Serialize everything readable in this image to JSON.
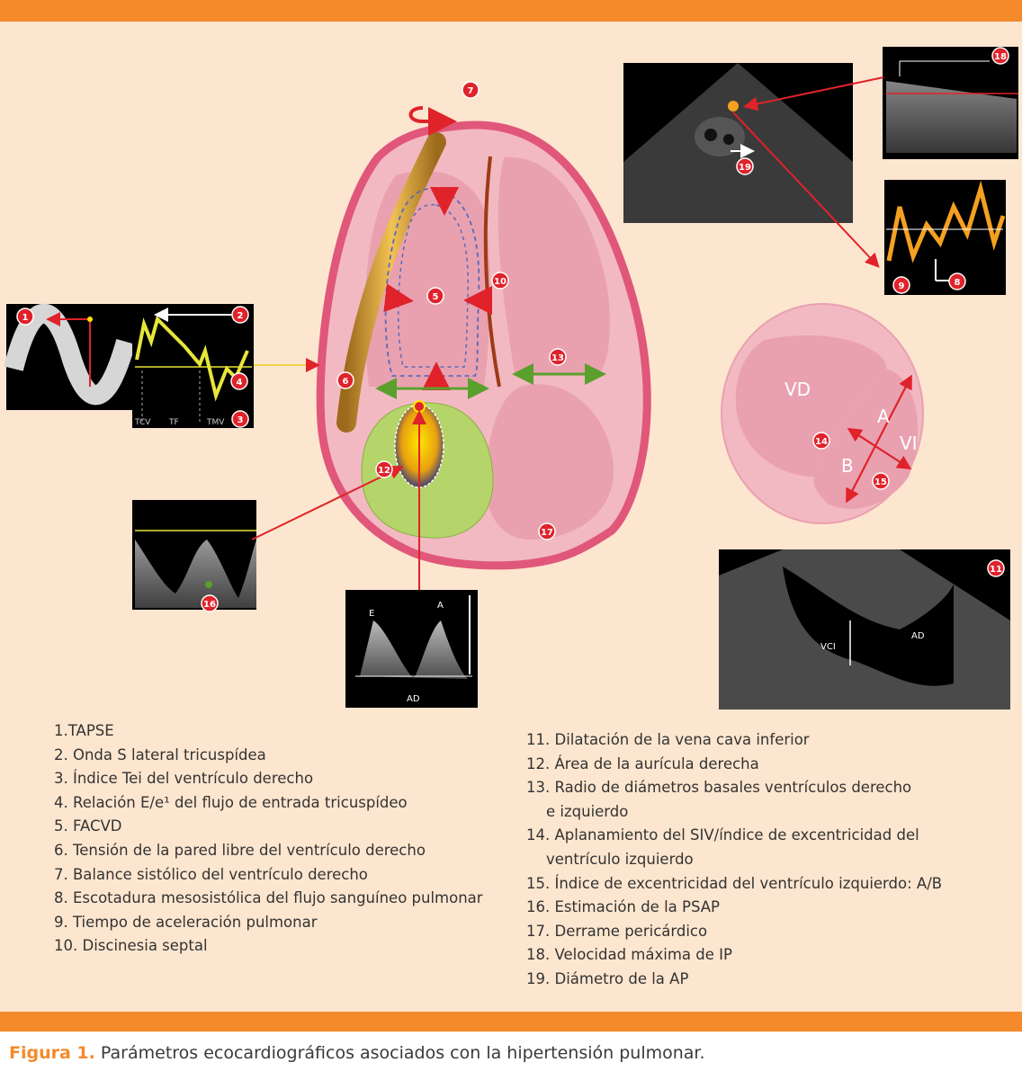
{
  "diagram": {
    "chamber_labels": {
      "vd": "VD",
      "vi": "VI",
      "a": "A",
      "b": "B"
    },
    "echo_labels": {
      "e_wave": "E",
      "a_wave": "A",
      "ad_doppler": "AD",
      "vci": "VCI",
      "ad_vci": "AD"
    },
    "tei_axis": {
      "tcv": "TCV",
      "tf": "TF",
      "tmv": "TMV"
    },
    "markers": [
      "1",
      "2",
      "3",
      "4",
      "5",
      "6",
      "7",
      "8",
      "9",
      "10",
      "11",
      "12",
      "13",
      "14",
      "15",
      "16",
      "17",
      "18",
      "19"
    ]
  },
  "legend": {
    "left": [
      "1.TAPSE",
      "2. Onda S lateral tricuspídea",
      "3. Índice Tei del ventrículo derecho",
      "4. Relación E/e¹ del flujo de entrada tricuspídeo",
      "5. FACVD",
      "6. Tensión de la pared libre del ventrículo derecho",
      "7. Balance sistólico del ventrículo derecho",
      "8. Escotadura mesosistólica del flujo sanguíneo pulmonar",
      "9. Tiempo de aceleración pulmonar",
      "10. Discinesia septal"
    ],
    "right": [
      {
        "text": "11. Dilatación de la vena cava inferior",
        "indent": false
      },
      {
        "text": "12. Área de la aurícula derecha",
        "indent": false
      },
      {
        "text": "13. Radio de diámetros basales ventrículos derecho",
        "indent": false
      },
      {
        "text": "e izquierdo",
        "indent": true
      },
      {
        "text": "14. Aplanamiento del SIV/índice de excentricidad del",
        "indent": false
      },
      {
        "text": "ventrículo izquierdo",
        "indent": true
      },
      {
        "text": "15. Índice de excentricidad del ventrículo izquierdo: A/B",
        "indent": false
      },
      {
        "text": "16. Estimación de la PSAP",
        "indent": false
      },
      {
        "text": "17. Derrame pericárdico",
        "indent": false
      },
      {
        "text": "18. Velocidad máxima de IP",
        "indent": false
      },
      {
        "text": "19. Diámetro de la AP",
        "indent": false
      }
    ]
  },
  "caption": {
    "label": "Figura 1",
    "separator": ".",
    "text": " Parámetros ecocardiográficos asociados con la hipertensión pulmonar."
  },
  "colors": {
    "background": "#fde6cf",
    "accent_orange": "#f58a2a",
    "pericardium": "#e0577a",
    "chamber_pink": "#e9a1b0",
    "arrow_red": "#e0222a",
    "arrow_green": "#5aa02c",
    "ra_green": "#b5d46a"
  }
}
